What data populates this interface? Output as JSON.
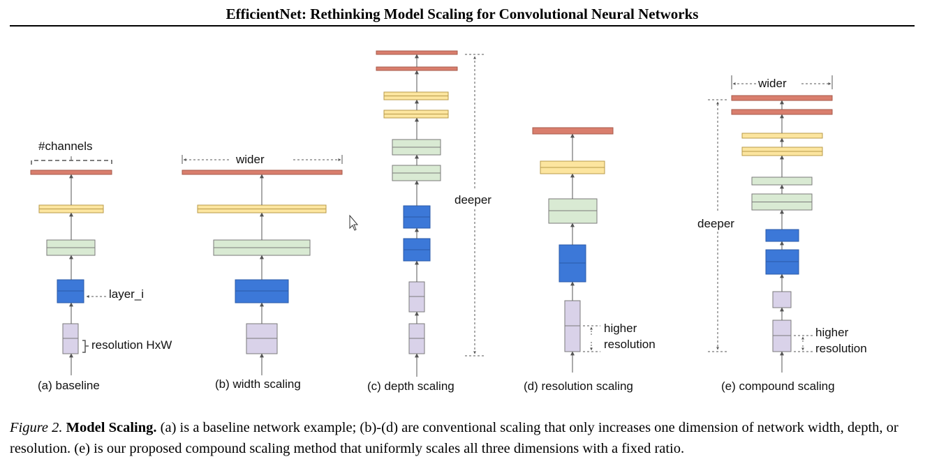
{
  "header": {
    "title": "EfficientNet: Rethinking Model Scaling for Convolutional Neural Networks"
  },
  "figure": {
    "panels": [
      {
        "id": "a",
        "label": "(a) baseline"
      },
      {
        "id": "b",
        "label": "(b) width scaling"
      },
      {
        "id": "c",
        "label": "(c) depth scaling"
      },
      {
        "id": "d",
        "label": "(d) resolution scaling"
      },
      {
        "id": "e",
        "label": "(e) compound scaling"
      }
    ],
    "annotations": {
      "channels": "#channels",
      "layer": "layer_i",
      "resolution": "resolution HxW",
      "wider": "wider",
      "deeper": "deeper",
      "higher": "higher",
      "resolution_word": "resolution"
    },
    "colors": {
      "red": "#d97e6d",
      "yellow": "#fce59f",
      "green": "#d9ead3",
      "blue": "#3c78d8",
      "purple": "#d9d2e9",
      "border": "#7a7a7a",
      "arrow": "#555555"
    }
  },
  "caption": {
    "label": "Figure 2.",
    "heading": "Model Scaling.",
    "text": "(a) is a baseline network example; (b)-(d) are conventional scaling that only increases one dimension of network width, depth, or resolution. (e) is our proposed compound scaling method that uniformly scales all three dimensions with a fixed ratio."
  }
}
